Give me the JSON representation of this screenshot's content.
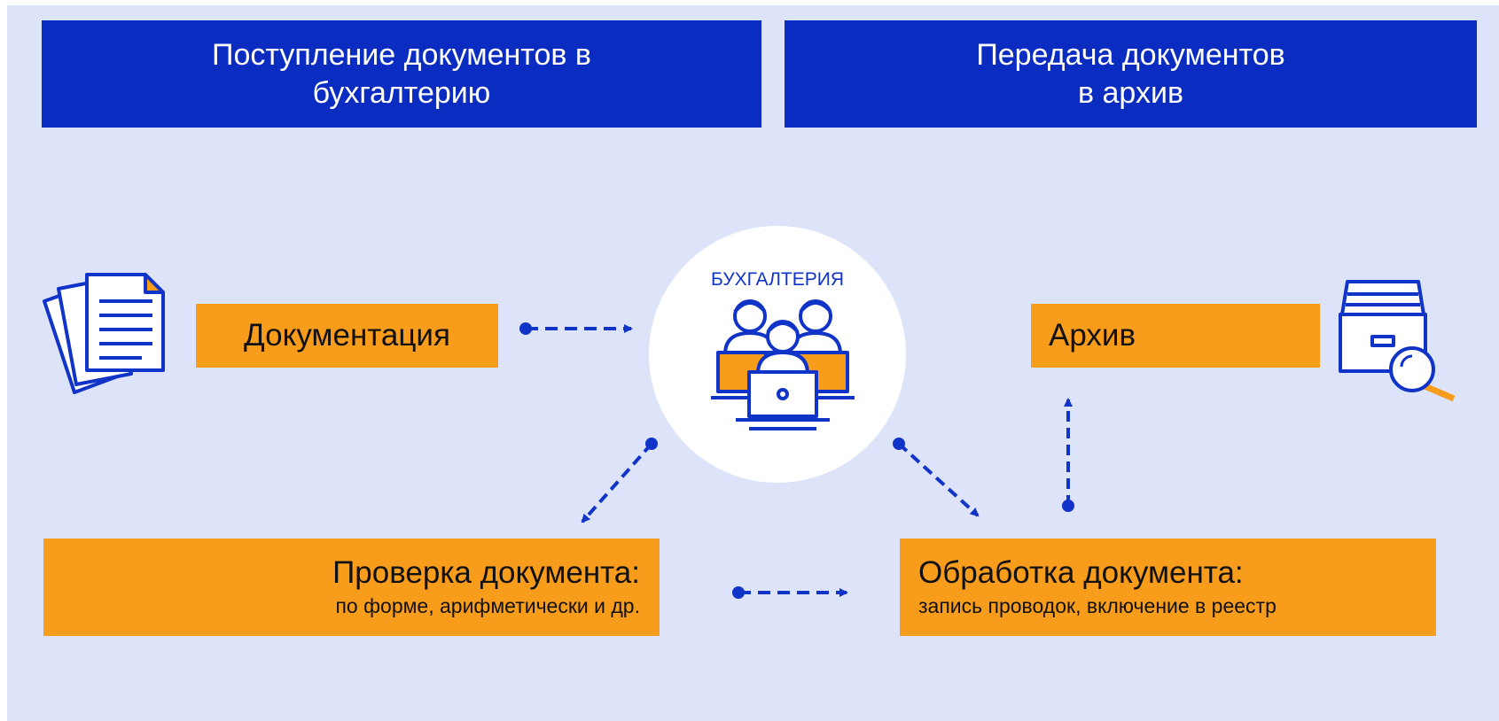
{
  "headers": {
    "left": {
      "line1": "Поступление документов в",
      "line2": "бухгалтерию"
    },
    "right": {
      "line1": "Передача документов",
      "line2": "в архив"
    }
  },
  "center": {
    "label": "БУХГАЛТЕРИЯ"
  },
  "boxes": {
    "documentation": "Документация",
    "archive": "Архив",
    "check": {
      "title": "Проверка документа:",
      "subtitle": "по форме, арифметически и др."
    },
    "processing": {
      "title": "Обработка документа:",
      "subtitle": "запись проводок, включение в реестр"
    }
  },
  "icons": {
    "documents": "documents-stack-icon",
    "archive": "archive-box-search-icon",
    "team": "accounting-team-icon"
  },
  "colors": {
    "header_blue": "#0a2cc0",
    "orange": "#f89c1c",
    "background": "#dde3f8",
    "line_blue": "#1033c8"
  }
}
